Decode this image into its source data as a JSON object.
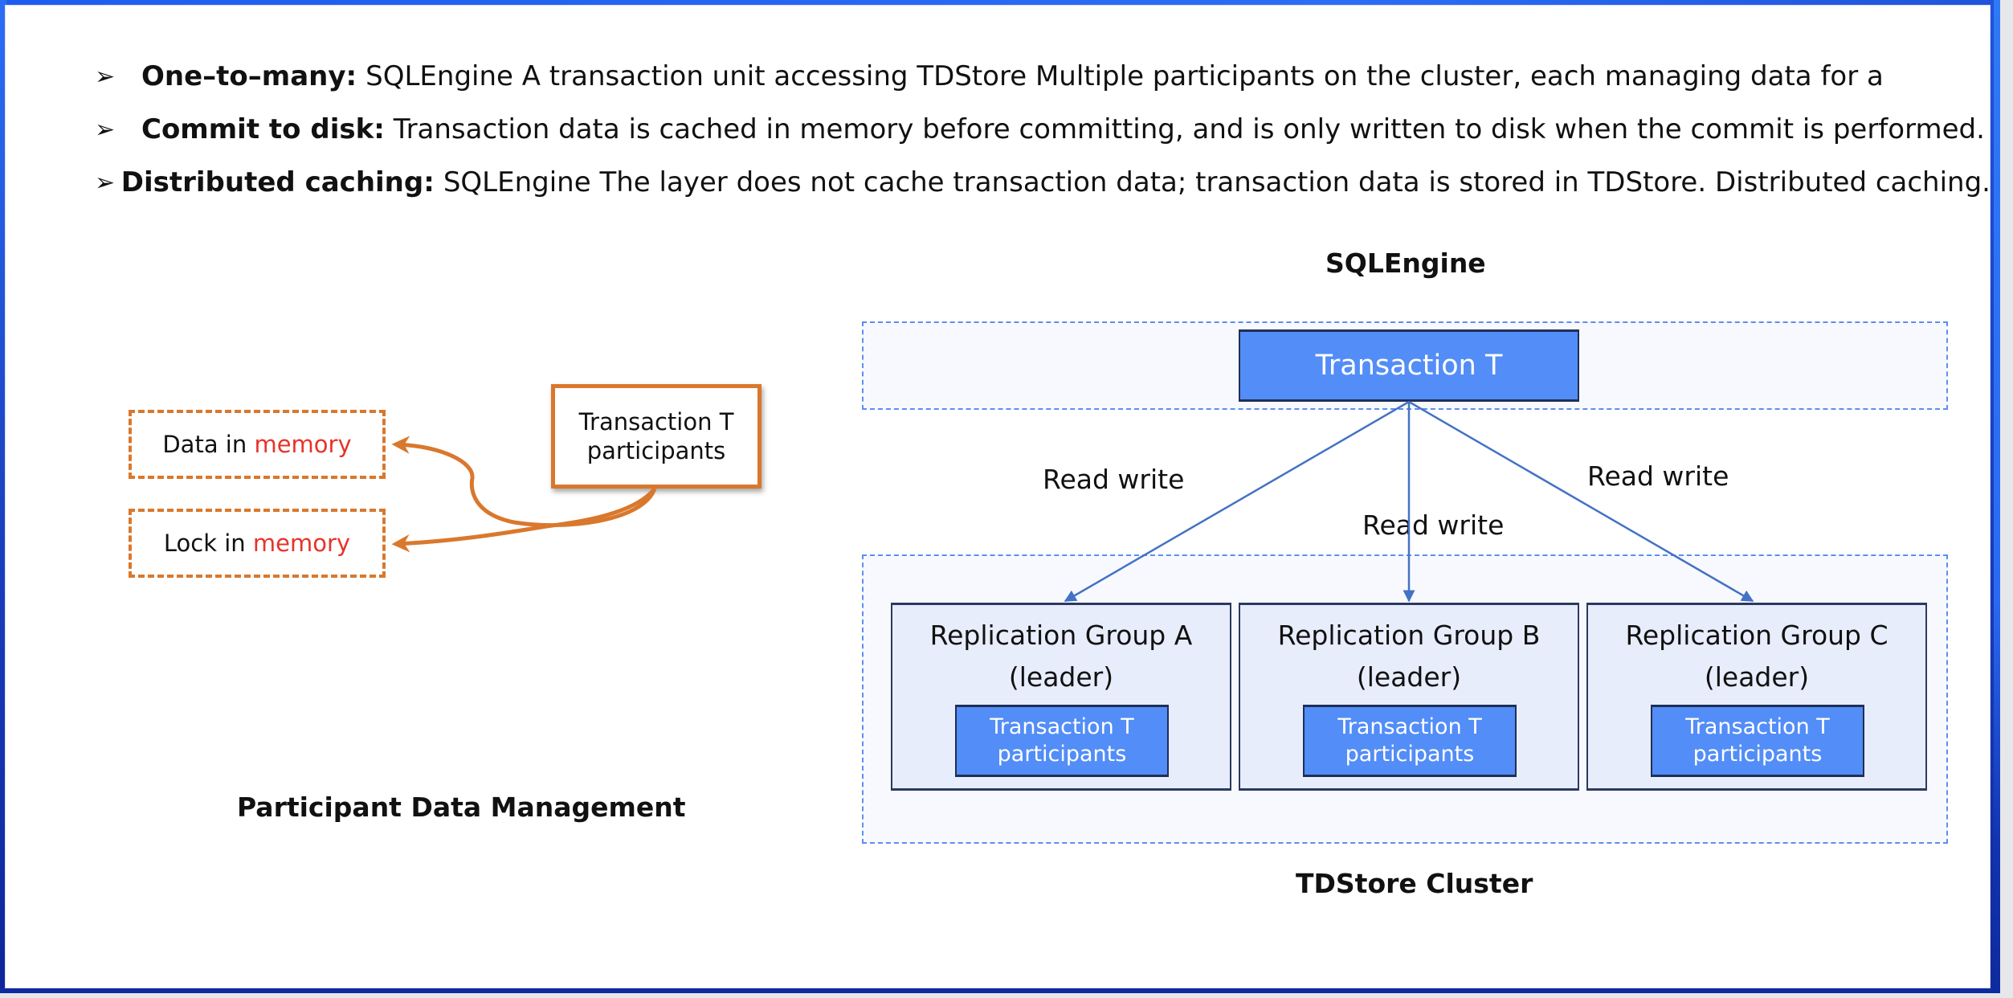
{
  "bullets": [
    {
      "marker": "bullet-arrow-icon",
      "term": "One–to–many:",
      "text": "SQLEngine A transaction unit accessing TDStore Multiple participants on the cluster, each managing data for a"
    },
    {
      "marker": "bullet-arrow-icon",
      "term": "Commit to disk:",
      "text": "Transaction data is cached in memory before committing, and is only written to disk when the commit is performed."
    },
    {
      "marker": "bullet-arrow-icon",
      "term": "Distributed caching:",
      "text": "SQLEngine The layer does not cache transaction data; transaction data is stored in TDStore. Distributed caching."
    }
  ],
  "left_diagram": {
    "data_box": {
      "prefix": "Data in ",
      "highlight": "memory"
    },
    "lock_box": {
      "prefix": "Lock in ",
      "highlight": "memory"
    },
    "participant": {
      "line1": "Transaction T",
      "line2": "participants"
    },
    "caption": "Participant Data Management"
  },
  "right_diagram": {
    "sqlengine_title": "SQLEngine",
    "transaction": "Transaction T",
    "edge_labels": [
      "Read write",
      "Read write",
      "Read write"
    ],
    "replication_groups": [
      {
        "name": "Replication Group A",
        "role": "(leader)",
        "participant_line1": "Transaction T",
        "participant_line2": "participants"
      },
      {
        "name": "Replication Group B",
        "role": "(leader)",
        "participant_line1": "Transaction T",
        "participant_line2": "participants"
      },
      {
        "name": "Replication Group C",
        "role": "(leader)",
        "participant_line1": "Transaction T",
        "participant_line2": "participants"
      }
    ],
    "cluster_title": "TDStore Cluster"
  },
  "colors": {
    "orange": "#d9782d",
    "highlight_red": "#e8322a",
    "box_blue": "#538df7",
    "edge_blue": "#4472c4",
    "zone_dash_blue": "#5b8ff0",
    "frame_blue": "#1d5cf0",
    "frame_navy": "#0e2a9e"
  }
}
